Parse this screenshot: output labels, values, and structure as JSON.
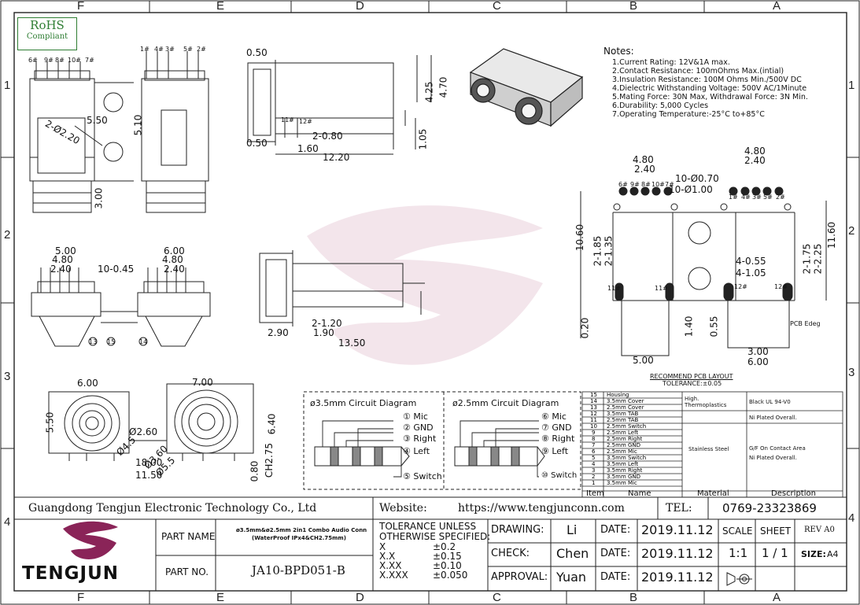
{
  "rohs": {
    "line1": "RoHS",
    "line2": "Compliant"
  },
  "zones": {
    "columns": [
      "F",
      "E",
      "D",
      "C",
      "B",
      "A"
    ],
    "rows": [
      "1",
      "2",
      "3",
      "4"
    ]
  },
  "notes": {
    "title": "Notes:",
    "items": [
      "1.Current Rating: 12V&1A max.",
      "2.Contact Resistance: 100mOhms Max.(intial)",
      "3.Insulation Resistance: 100M Ohms Min./500V DC",
      "4.Dielectric Withstanding Voltage: 500V AC/1Minute",
      "5.Mating Force: 30N Max, Withdrawal Force: 3N Min.",
      "6.Durability: 5,000 Cycles",
      "7.Operating Temperature:-25°C to+85°C"
    ]
  },
  "dims": {
    "d1": "5.50",
    "d2": "2-Ø2.20",
    "d3": "5.10",
    "d4": "3.00",
    "d5": "0.50",
    "d6": "0.50",
    "d7": "4.25",
    "d8": "4.70",
    "d9": "2-0.80",
    "d10": "1.60",
    "d11": "12.20",
    "d12": "1.05",
    "d13": "5.00",
    "d14": "4.80",
    "d15": "2.40",
    "d16": "10-0.45",
    "d17": "6.00",
    "d18": "4.80",
    "d19": "2.40",
    "d20": "2-1.20",
    "d21": "2.90",
    "d22": "1.90",
    "d23": "13.50",
    "d24": "6.00",
    "d25": "7.00",
    "d26": "5.50",
    "d27": "Ø2.60",
    "d28": "Ø4.5",
    "d29": "Ø3.60",
    "d30": "Ø5.5",
    "d31": "6.40",
    "d32": "0.80",
    "d33": "CH2.75",
    "d34": "18.00",
    "d35": "11.50",
    "p1": "4.80",
    "p2": "2.40",
    "p3": "4.80",
    "p4": "2.40",
    "p5": "10-Ø0.70",
    "p6": "10-Ø1.00",
    "p7": "10.60",
    "p8": "2-1.85",
    "p9": "2-1.35",
    "p10": "11.60",
    "p11": "2-1.75",
    "p12": "2-2.25",
    "p13": "4-0.55",
    "p14": "4-1.05",
    "p15": "0.20",
    "p16": "1.40",
    "p17": "0.55",
    "p18": "5.00",
    "p19": "3.00",
    "p20": "6.00",
    "p21": "PCB Edeg"
  },
  "pin_labels": {
    "top_left": [
      "6#",
      "9#",
      "8#",
      "10#",
      "7#"
    ],
    "top_right": [
      "1#",
      "4#",
      "3#",
      "5#",
      "2#"
    ],
    "pcb_left": [
      "6#",
      "9#",
      "8#",
      "10#",
      "7#"
    ],
    "pcb_right": [
      "1#",
      "4#",
      "3#",
      "5#",
      "2#"
    ],
    "pcb_tabs": [
      "11#",
      "11#",
      "12#",
      "12#"
    ],
    "side": [
      "11#",
      "12#"
    ],
    "front": [
      "13",
      "15",
      "14"
    ]
  },
  "pcb_title": {
    "line1": "RECOMMEND PCB LAYOUT",
    "line2": "TOLERANCE:±0.05"
  },
  "circuit_35": {
    "title": "ø3.5mm Circuit Diagram",
    "labels": [
      "① Mic",
      "② GND",
      "③ Right",
      "④ Left",
      "⑤ Switch"
    ]
  },
  "circuit_25": {
    "title": "ø2.5mm Circuit Diagram",
    "labels": [
      "⑥ Mic",
      "⑦ GND",
      "⑧ Right",
      "⑨ Left",
      "⑩ Switch"
    ]
  },
  "bom": {
    "rows": [
      {
        "no": "15",
        "name": "Housing"
      },
      {
        "no": "14",
        "name": "3.5mm Cover"
      },
      {
        "no": "13",
        "name": "2.5mm Cover"
      },
      {
        "no": "12",
        "name": "3.5mm TAB"
      },
      {
        "no": "11",
        "name": "2.5mm TAB"
      },
      {
        "no": "10",
        "name": "2.5mm Switch"
      },
      {
        "no": "9",
        "name": "2.5mm Left"
      },
      {
        "no": "8",
        "name": "2.5mm Right"
      },
      {
        "no": "7",
        "name": "2.5mm GND"
      },
      {
        "no": "6",
        "name": "2.5mm Mic"
      },
      {
        "no": "5",
        "name": "3.5mm Switch"
      },
      {
        "no": "4",
        "name": "3.5mm Left"
      },
      {
        "no": "3",
        "name": "3.5mm Right"
      },
      {
        "no": "2",
        "name": "3.5mm GND"
      },
      {
        "no": "1",
        "name": "3.5mm Mic"
      }
    ],
    "header": {
      "item": "Item",
      "name": "Name",
      "material": "Material",
      "description": "Description"
    },
    "materials": {
      "m1": "High.",
      "m1b": "Thermoplastics",
      "m2": "Stainless Steel"
    },
    "descriptions": {
      "d1": "Black UL 94-V0",
      "d2": "Ni Plated Overall.",
      "d3": "G/F On Contact Area",
      "d4": "Ni Plated Overall."
    }
  },
  "title_block": {
    "company": "Guangdong Tengjun Electronic Technology Co., Ltd",
    "website_label": "Website:",
    "website": "https://www.tengjunconn.com",
    "tel_label": "TEL:",
    "tel": "0769-23323869",
    "logo_text": "TENGJUN",
    "part_name_label": "PART NAME",
    "part_name": "ø3.5mm&ø2.5mm 2in1 Combo Audio Conn",
    "part_name_sub": "(WaterProof IPx4&CH2.75mm)",
    "part_no_label": "PART NO.",
    "part_no": "JA10-BPD051-B",
    "tol_title1": "TOLERANCE UNLESS",
    "tol_title2": "OTHERWISE SPECIFIED:",
    "tol_rows": [
      {
        "k": "X",
        "v": "±0.2"
      },
      {
        "k": "X.X",
        "v": "±0.15"
      },
      {
        "k": "X.XX",
        "v": "±0.10"
      },
      {
        "k": "X.XXX",
        "v": "±0.050"
      }
    ],
    "drawing_label": "DRAWING:",
    "drawing": "Li",
    "check_label": "CHECK:",
    "check": "Chen",
    "approval_label": "APPROVAL:",
    "approval": "Yuan",
    "date_label": "DATE:",
    "date": "2019.11.12",
    "scale_label": "SCALE",
    "scale": "1:1",
    "sheet_label": "SHEET",
    "sheet": "1 / 1",
    "rev": "REV A0",
    "size_label": "SIZE:",
    "size": "A4"
  }
}
